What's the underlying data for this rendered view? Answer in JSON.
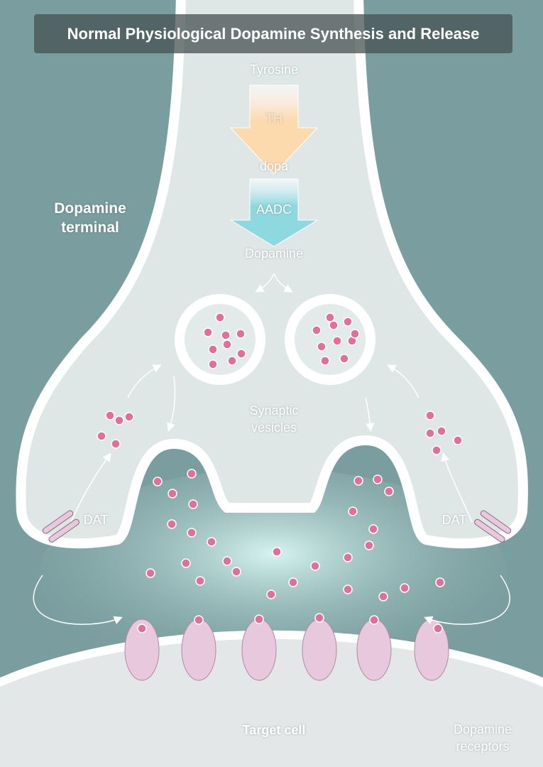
{
  "title": "Normal Physiological Dopamine Synthesis and Release",
  "labels": {
    "tyrosine": "Tyrosine",
    "th": "TH",
    "dopa": "dopa",
    "aadc": "AADC",
    "dopamine": "Dopamine",
    "terminal": "Dopamine terminal",
    "vesicles": "Synaptic vesicles",
    "dat_left": "DAT",
    "dat_right": "DAT",
    "target": "Target cell",
    "receptors": "Dopamine receptors"
  },
  "colors": {
    "background": "#7a9e9f",
    "terminal": "#dfe6e6",
    "membrane": "#ffffff",
    "dopamine": "#e0709a",
    "receptor": "#e8c8dc",
    "th_arrow": "#fdd9ae",
    "aadc_arrow": "#8ed8e0",
    "cleft": "#c9ecea"
  }
}
